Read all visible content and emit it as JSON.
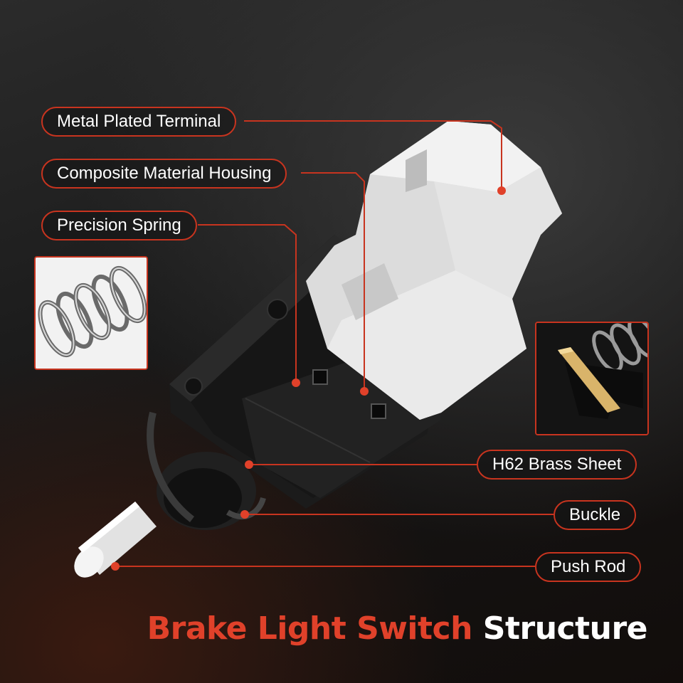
{
  "callouts": {
    "metal_plated_terminal": "Metal Plated Terminal",
    "composite_material_housing": "Composite Material Housing",
    "precision_spring": "Precision Spring",
    "h62_brass_sheet": "H62 Brass Sheet",
    "buckle": "Buckle",
    "push_rod": "Push Rod"
  },
  "title": {
    "highlight": "Brake Light Switch",
    "rest": "Structure"
  },
  "colors": {
    "accent": "#e0412a",
    "line": "#c8341f",
    "background": "#1c1c1c",
    "housing_white": "#e9e9e9",
    "body_black": "#1a1a1a",
    "brass": "#d9b46a"
  }
}
